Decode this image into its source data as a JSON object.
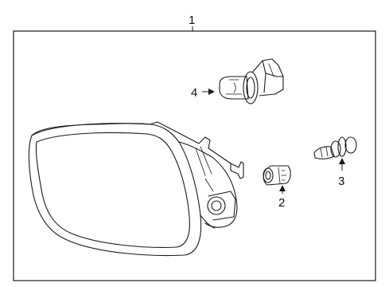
{
  "diagram": {
    "callouts": {
      "assembly": "1",
      "bulb_socket": "2",
      "bulb_small": "3",
      "bulb_halogen": "4"
    }
  },
  "colors": {
    "line": "#1a1a1a",
    "background": "#ffffff"
  }
}
